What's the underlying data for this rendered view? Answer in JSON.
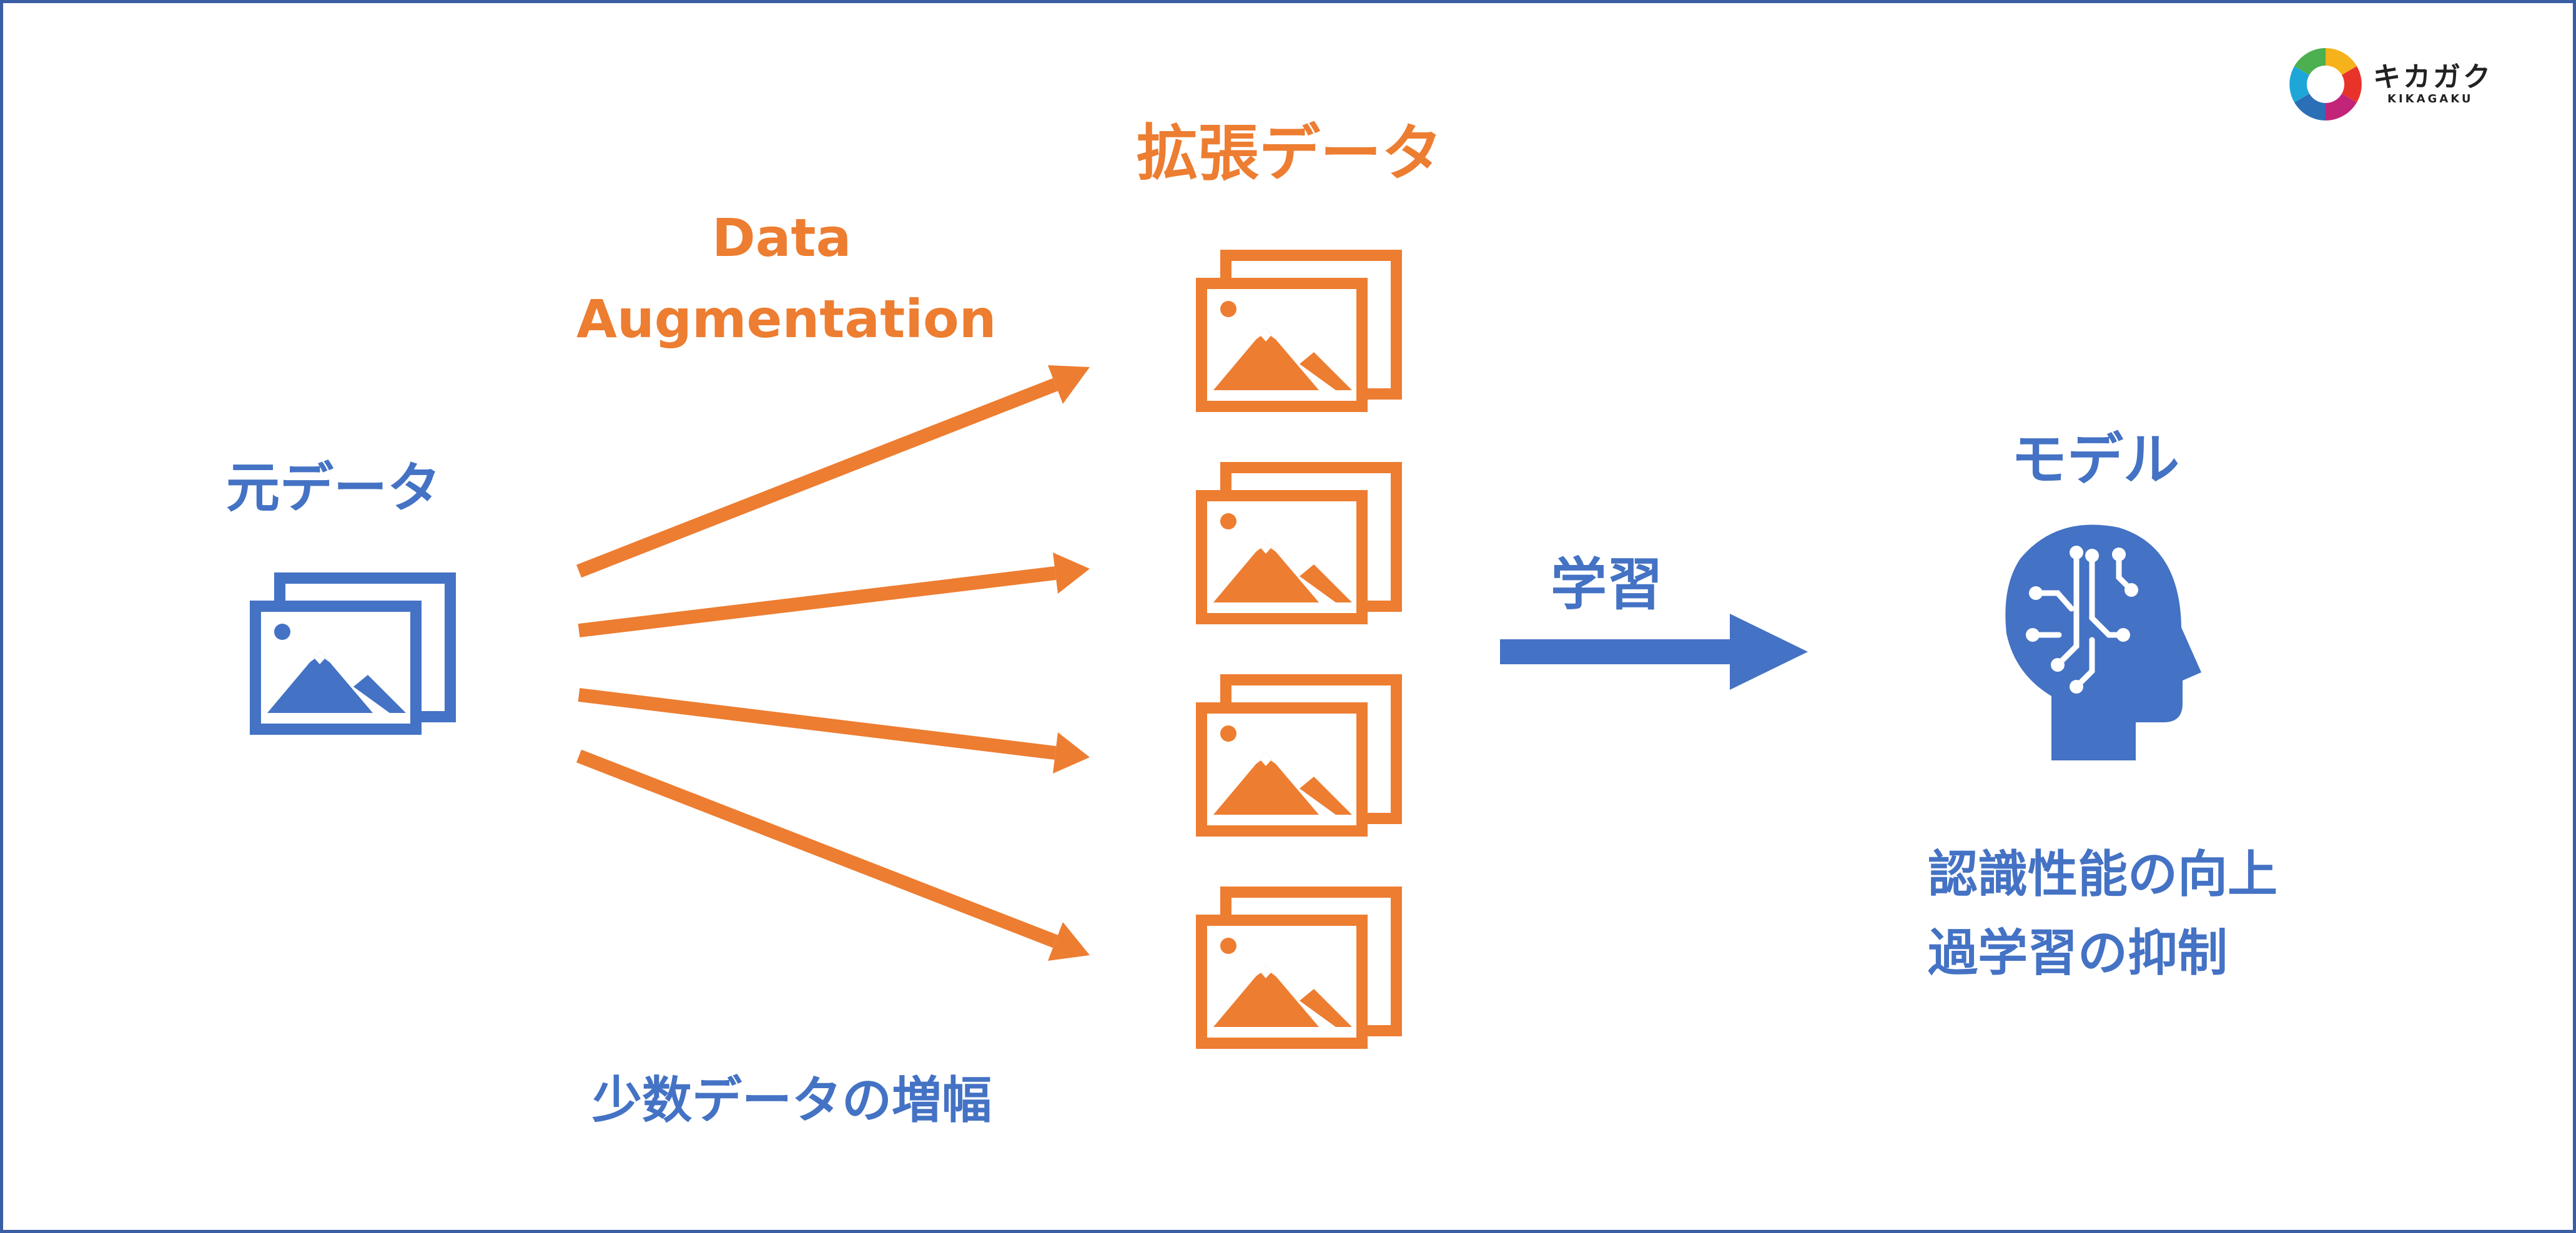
{
  "labels": {
    "original_data": "元データ",
    "augmentation_line1": "Data",
    "augmentation_line2": "Augmentation",
    "augmented_data": "拡張データ",
    "learning": "学習",
    "model": "モデル",
    "benefit_line1": "認識性能の向上",
    "benefit_line2": "過学習の抑制",
    "few_data_amplification": "少数データの増幅"
  },
  "logo": {
    "name_ja": "キカガク",
    "name_en": "KIKAGAKU"
  },
  "colors": {
    "orange": "#ed7d31",
    "blue": "#4472c4",
    "border": "#3a5da3"
  },
  "icons": {
    "original": "images-stack-icon",
    "augmented": "images-stack-icon",
    "model": "ai-head-circuit-icon"
  }
}
